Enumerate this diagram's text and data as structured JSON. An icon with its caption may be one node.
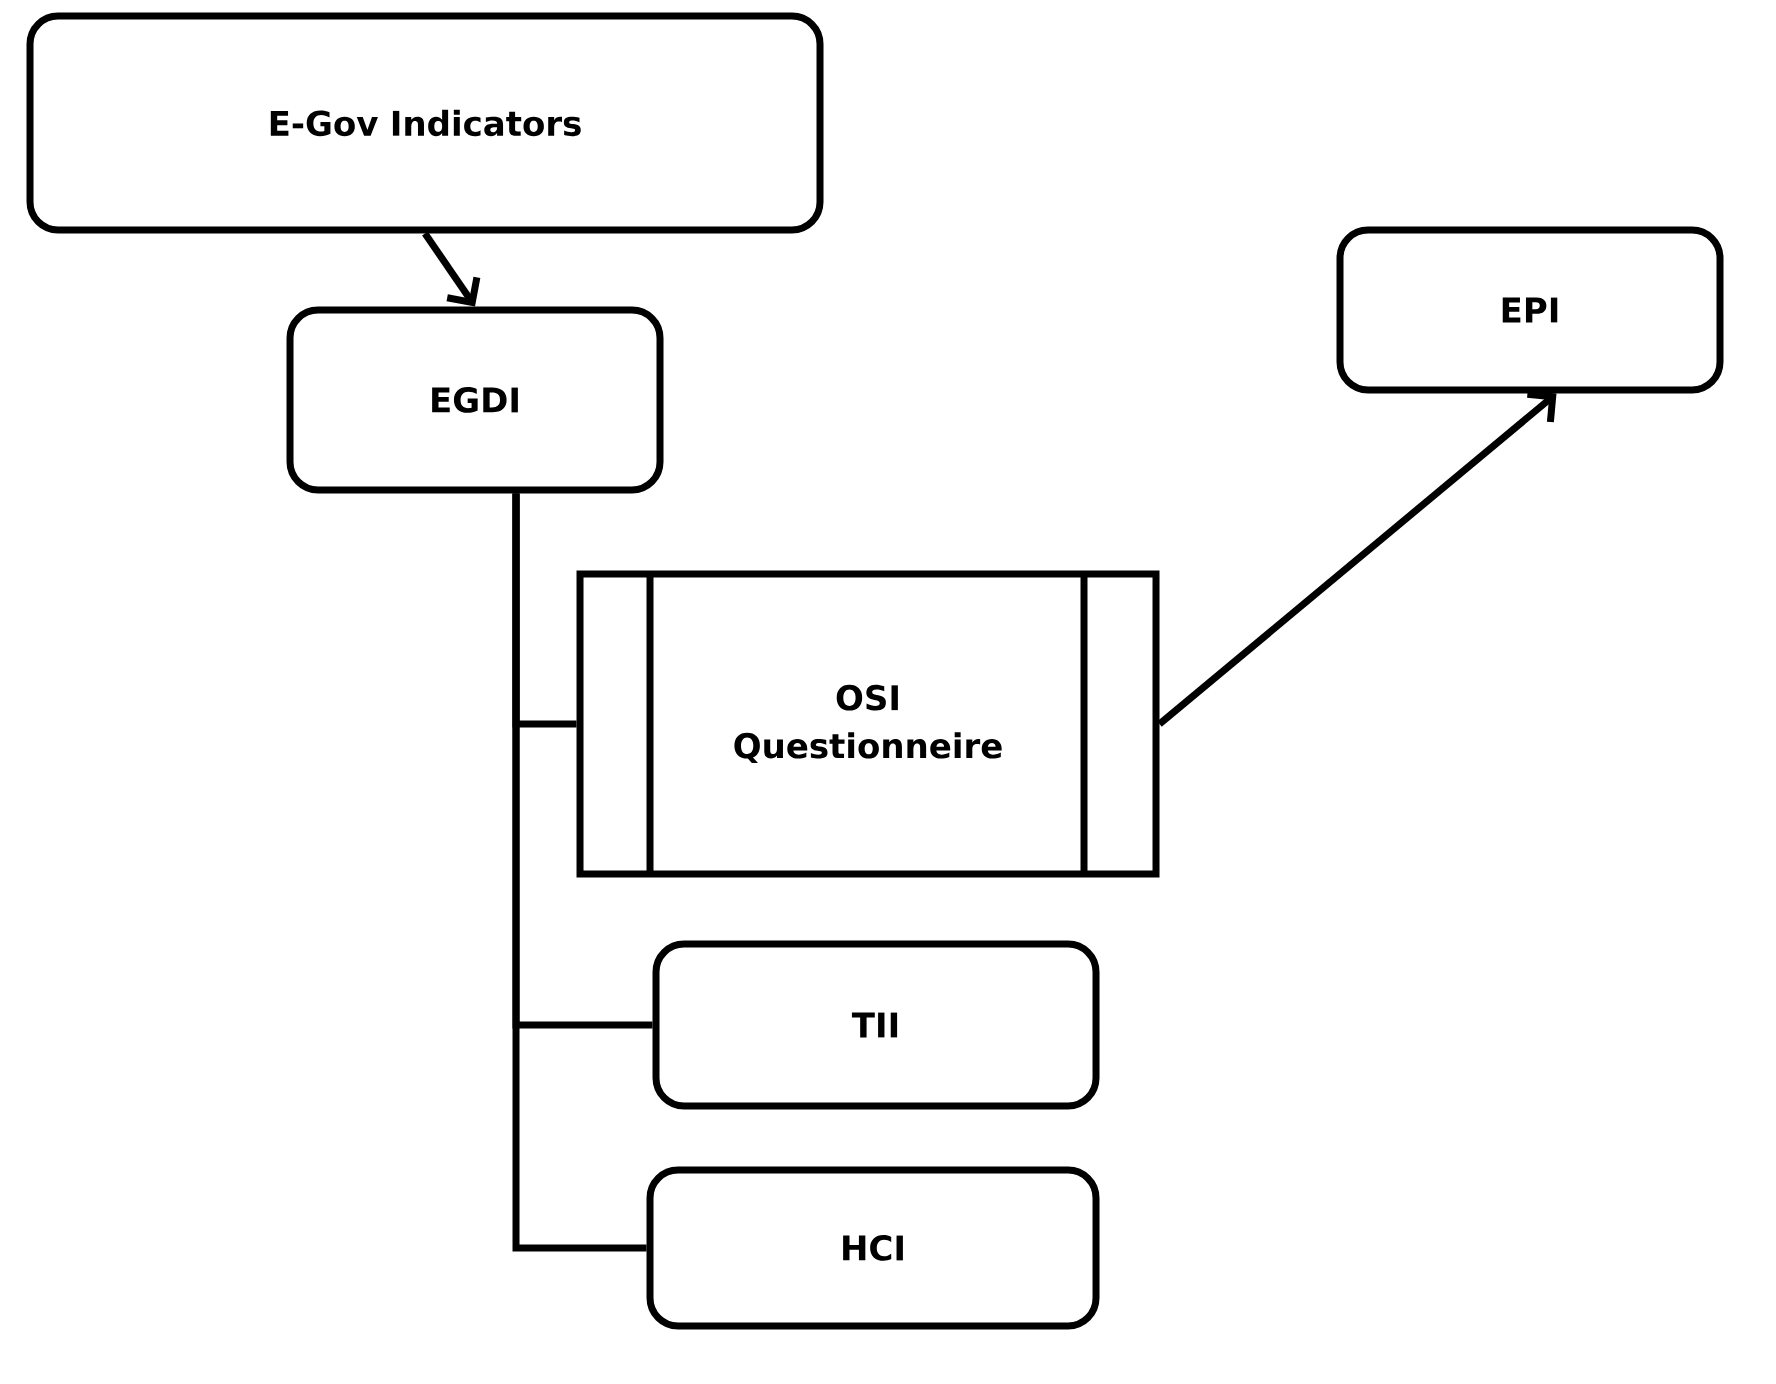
{
  "diagram": {
    "nodes": [
      {
        "text": [
          "E-Gov Indicators"
        ]
      },
      {
        "text": [
          "EGDI"
        ]
      },
      {
        "text": [
          "EPI"
        ]
      },
      {
        "text": [
          "OSI Questionneire"
        ]
      },
      {
        "text": [
          "TII"
        ]
      },
      {
        "text": [
          "HCI"
        ]
      }
    ],
    "edges": [
      {
        "from": 0,
        "to": 1,
        "arrow": "to"
      },
      {
        "from": 1,
        "to": 3,
        "arrow": "none"
      },
      {
        "from": 1,
        "to": 4,
        "arrow": "none"
      },
      {
        "from": 1,
        "to": 5,
        "arrow": "none"
      },
      {
        "from": 3,
        "to": 2,
        "arrow": "to"
      }
    ]
  }
}
